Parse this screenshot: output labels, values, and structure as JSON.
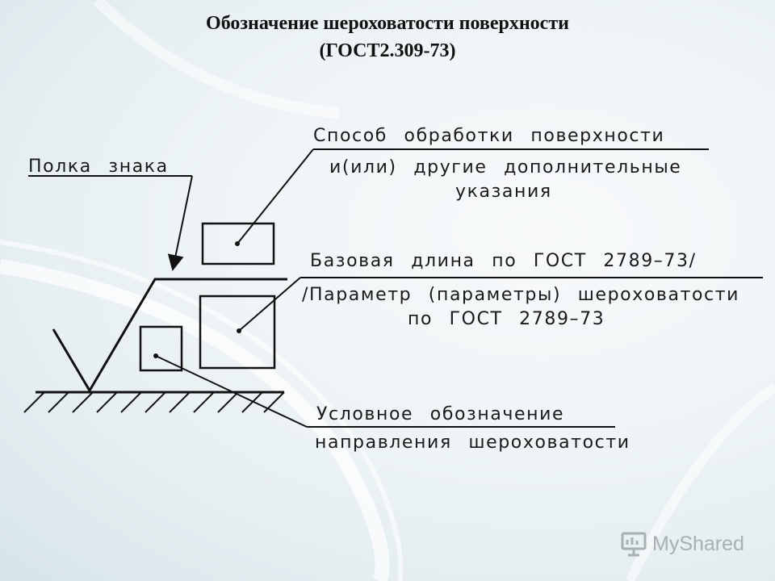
{
  "title": {
    "line1": "Обозначение шероховатости поверхности",
    "line2": "(ГОСТ2.309-73)"
  },
  "labels": {
    "shelf": "Полка знака",
    "method_line1": "Способ обработки поверхности",
    "method_line2": "и(или) другие дополнительные",
    "method_line3": "указания",
    "base_line1": "Базовая длина по ГОСТ 2789–73/",
    "base_line2": "/Параметр (параметры) шероховатости",
    "base_line3": "по ГОСТ 2789–73",
    "direction_line1": "Условное обозначение",
    "direction_line2": "направления шероховатости"
  },
  "watermark": {
    "text": "MyShared",
    "icon": "presentation-icon"
  }
}
